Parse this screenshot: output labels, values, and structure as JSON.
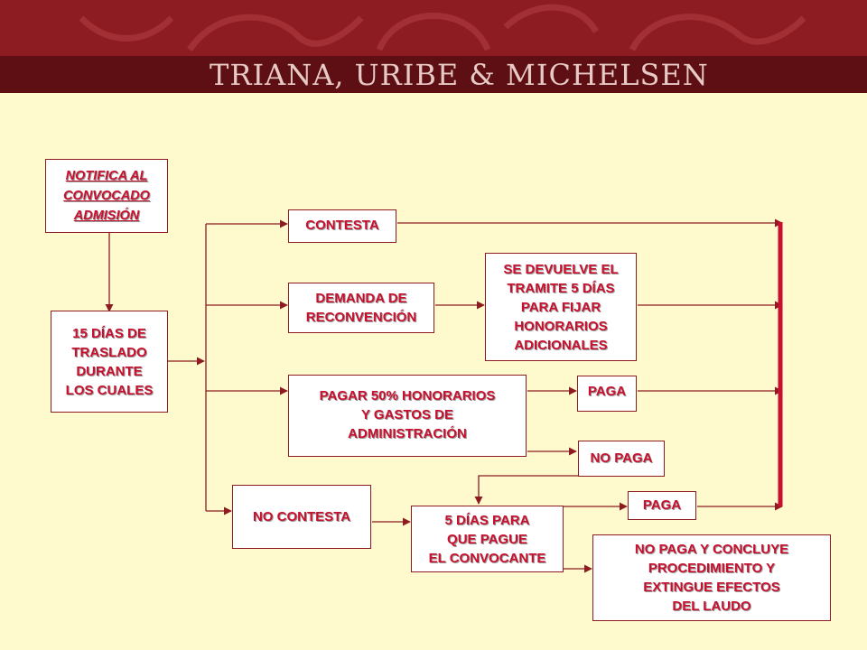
{
  "header": {
    "title": "TRIANA, URIBE & MICHELSEN",
    "colors": {
      "band": "#8c1c22",
      "band_dark": "#5e0f14",
      "text": "#e7c9c5"
    }
  },
  "diagram": {
    "line_color": "#8c1c22",
    "text_color": "#c8102e",
    "background": "#fffacd",
    "nodes": {
      "notifica": "NOTIFICA AL\nCONVOCADO\nADMISIÓN",
      "traslado": "15 DÍAS DE\nTRASLADO\nDURANTE\nLOS CUALES",
      "contesta": "CONTESTA",
      "demanda": "DEMANDA DE\nRECONVENCIÓN",
      "devuelve": "SE DEVUELVE EL\nTRAMITE 5 DÍAS\nPARA FIJAR\nHONORARIOS\nADICIONALES",
      "pagar": "PAGAR 50% HONORARIOS\nY GASTOS DE\nADMINISTRACIÓN",
      "paga1": "PAGA",
      "nopaga": "NO PAGA",
      "nocontesta": "NO CONTESTA",
      "cinco_dias": "5 DÍAS PARA\nQUE PAGUE\nEL CONVOCANTE",
      "paga2": "PAGA",
      "concluye": "NO PAGA Y CONCLUYE\nPROCEDIMIENTO Y\nEXTINGUE EFECTOS\nDEL LAUDO"
    }
  }
}
